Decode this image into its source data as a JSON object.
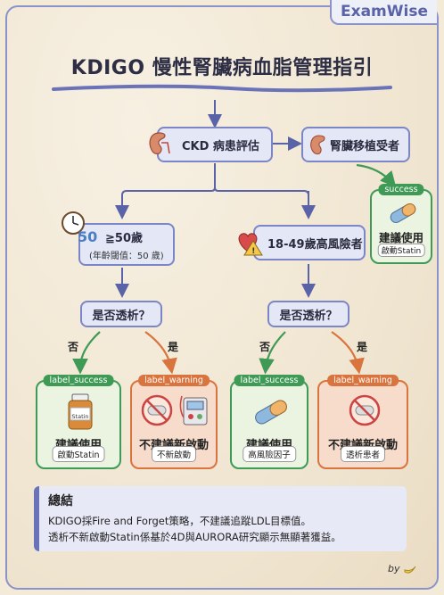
{
  "brand": "ExamWise",
  "title": "KDIGO 慢性腎臟病血脂管理指引",
  "nodes": {
    "ckd": "CKD 病患評估",
    "transplant": "腎臟移植受者",
    "age50": "≧50歲",
    "age50_note": "(年齡閾值：50 歲)",
    "age_badge": "50",
    "highrisk": "18-49歲高風險者",
    "dialysis_q_left": "是否透析？",
    "dialysis_q_right": "是否透析？"
  },
  "branches": {
    "no": "否",
    "yes": "是"
  },
  "cards": {
    "transplant_card": {
      "tag": "success",
      "main": "建議使用",
      "pill": "啟動Statin"
    },
    "c1": {
      "tag": "label_success",
      "main": "建議使用",
      "pill": "啟動Statin",
      "bottle_text": "Statin"
    },
    "c2": {
      "tag": "label_warning",
      "main": "不建議新啟動",
      "pill": "不新啟動"
    },
    "c3": {
      "tag": "label_success",
      "main": "建議使用",
      "pill": "高風險因子"
    },
    "c4": {
      "tag": "label_warning",
      "main": "不建議新啟動",
      "pill": "透析患者"
    }
  },
  "summary": {
    "heading": "總結",
    "line1": "KDIGO採Fire and Forget策略，不建議追蹤LDL目標值。",
    "line2": "透析不新啟動Statin係基於4D與AURORA研究顯示無顯著獲益。"
  },
  "byline": "by",
  "colors": {
    "success": "#3f9a56",
    "warning": "#d9743f",
    "accent": "#5a62a8"
  }
}
